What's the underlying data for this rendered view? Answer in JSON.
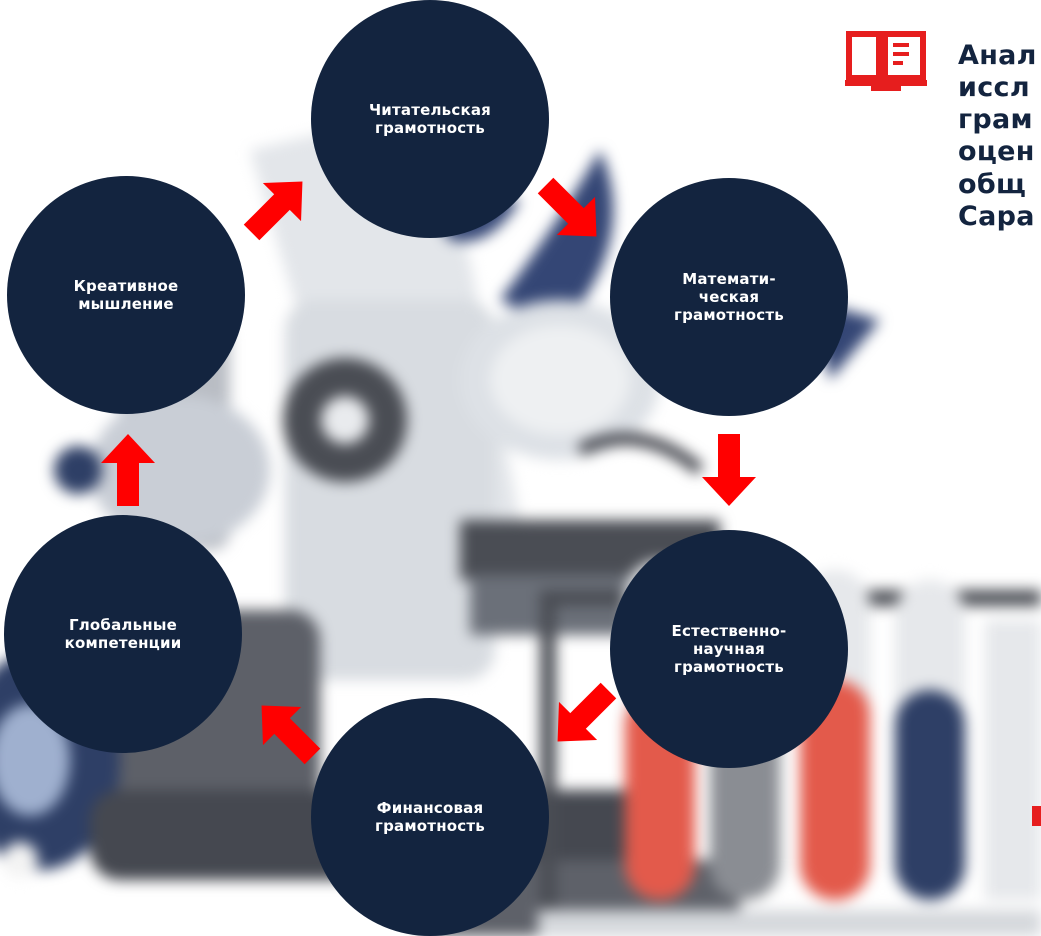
{
  "title": "Анал\nиссл\nграм\nоцен\nобщ\nСара",
  "colors": {
    "node": "#13243f",
    "arrow": "#ff0000",
    "text": "#ffffff",
    "title": "#13243f",
    "icon": "#e61e1e"
  },
  "icon": "book-icon",
  "cycle": [
    {
      "id": "reading",
      "label": "Читательская\nграмотность"
    },
    {
      "id": "math",
      "label": "Математи-\nческая\nграмотность"
    },
    {
      "id": "science",
      "label": "Естественно-\nнаучная\nграмотность"
    },
    {
      "id": "financial",
      "label": "Финансовая\nграмотность"
    },
    {
      "id": "global",
      "label": "Глобальные\nкомпетенции"
    },
    {
      "id": "creative",
      "label": "Креативное\nмышление"
    }
  ]
}
